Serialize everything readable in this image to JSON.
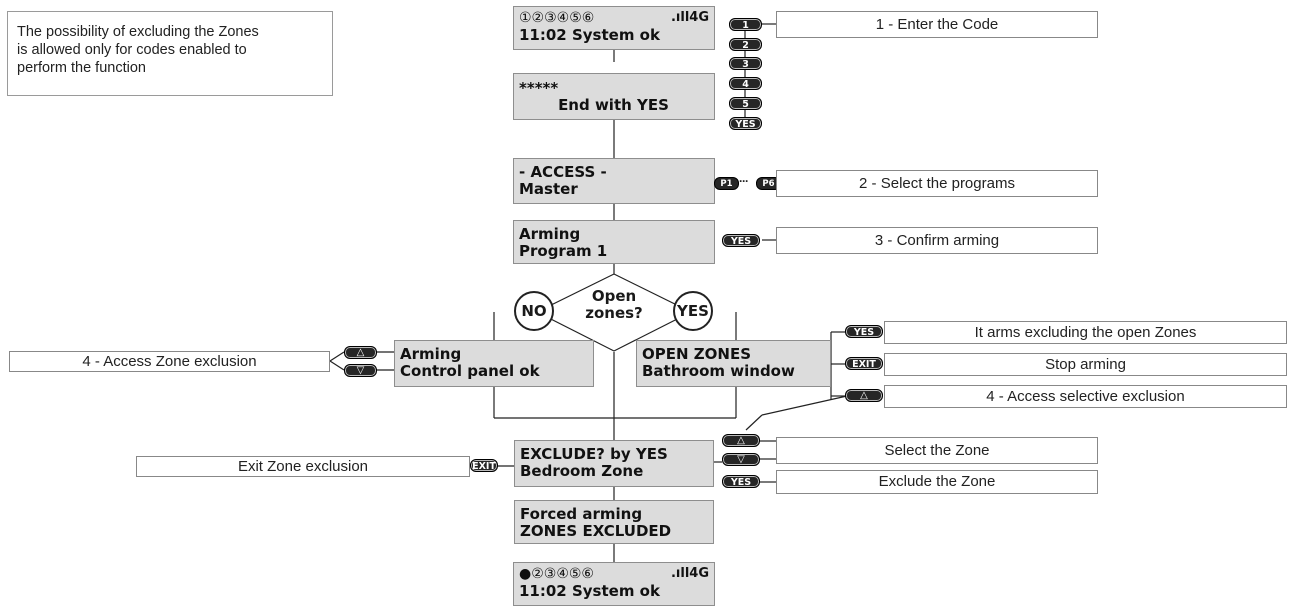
{
  "note": {
    "line1": "The possibility of excluding the Zones",
    "line2": "is allowed only for codes enabled to",
    "line3": "perform the function"
  },
  "displays": {
    "status_top": {
      "zones": "①②③④⑤⑥",
      "signal": "4G",
      "line2": "11:02  System ok"
    },
    "code": {
      "line1": "*****",
      "line2": "End with YES"
    },
    "access": {
      "line1": "- ACCESS -",
      "line2": "Master"
    },
    "arming_prog": {
      "line1": "Arming",
      "line2": "Program 1"
    },
    "arming_cp": {
      "line1": "Arming",
      "line2": "Control panel ok"
    },
    "open_zones": {
      "line1": "OPEN ZONES",
      "line2": "Bathroom window"
    },
    "exclude": {
      "line1": "EXCLUDE? by YES",
      "line2": "Bedroom Zone"
    },
    "forced": {
      "line1": "Forced arming",
      "line2": "ZONES EXCLUDED"
    },
    "status_bottom": {
      "zones": "●②③④⑤⑥",
      "signal": "4G",
      "line2": "11:02  System ok"
    }
  },
  "keys": {
    "digits": [
      "1",
      "2",
      "3",
      "4",
      "5"
    ],
    "yes": "YES",
    "exit": "EXIT",
    "p1": "P1",
    "p6": "P6",
    "ellipsis": "···",
    "up": "△",
    "down": "▽"
  },
  "decision": {
    "no": "NO",
    "yes": "YES",
    "question_line1": "Open",
    "question_line2": "zones?"
  },
  "steps": {
    "enter_code": "1 - Enter the Code",
    "select_programs": "2 - Select the programs",
    "confirm_arming": "3 - Confirm arming",
    "access_zone_exclusion": "4 - Access Zone exclusion",
    "arms_excluding": "It arms excluding the open Zones",
    "stop_arming": "Stop arming",
    "access_selective": "4 - Access selective exclusion",
    "exit_zone_exclusion": "Exit Zone exclusion",
    "select_zone": "Select the Zone",
    "exclude_zone": "Exclude the Zone"
  }
}
